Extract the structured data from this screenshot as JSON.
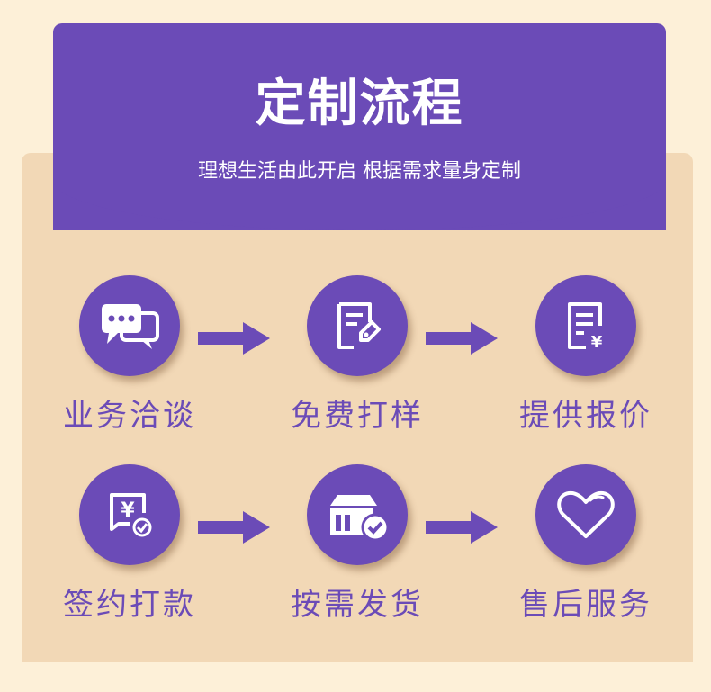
{
  "header": {
    "title": "定制流程",
    "subtitle": "理想生活由此开启  根据需求量身定制"
  },
  "colors": {
    "accent": "#6b4bb7",
    "panel": "#f2d8b6",
    "background": "#fdf0d8",
    "rim": "#c98a50"
  },
  "steps": [
    {
      "label": "业务洽谈",
      "icon": "chat-bubbles-icon"
    },
    {
      "label": "免费打样",
      "icon": "edit-document-icon"
    },
    {
      "label": "提供报价",
      "icon": "price-document-icon"
    },
    {
      "label": "签约打款",
      "icon": "payment-check-icon"
    },
    {
      "label": "按需发货",
      "icon": "warehouse-check-icon"
    },
    {
      "label": "售后服务",
      "icon": "heart-icon"
    }
  ]
}
